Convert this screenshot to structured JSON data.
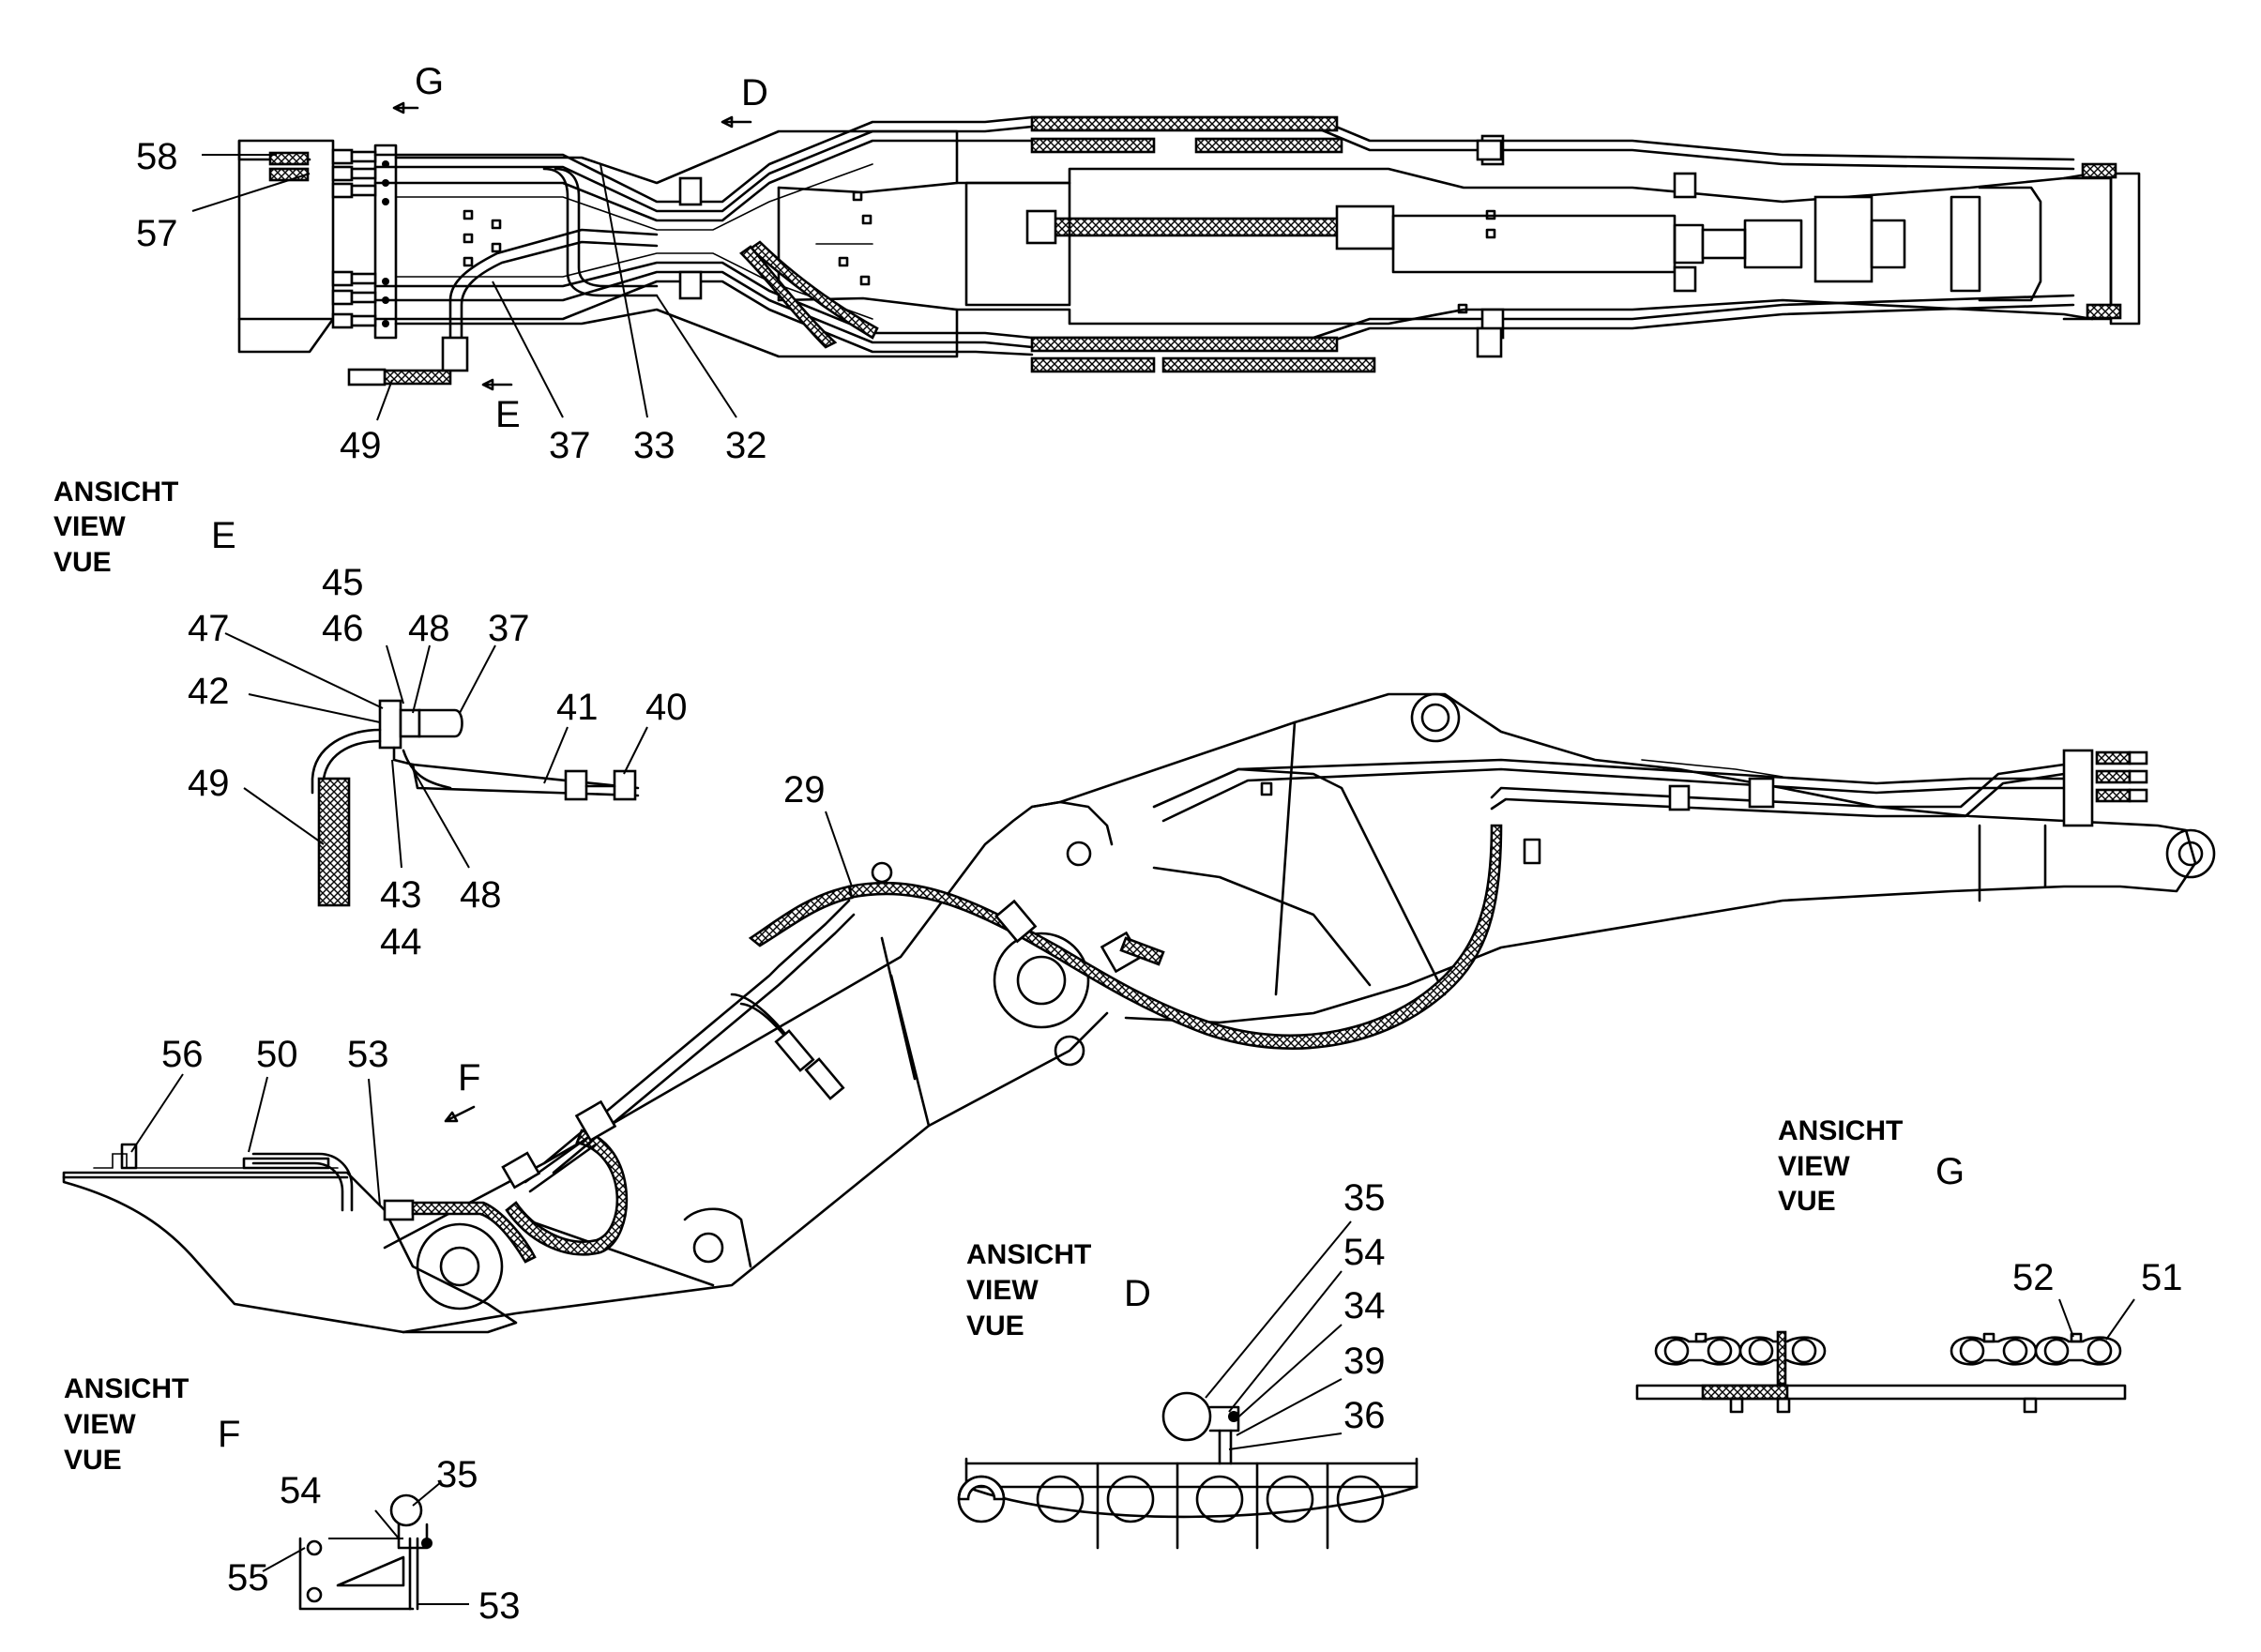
{
  "view_header": {
    "line1": "ANSICHT",
    "line2": "VIEW",
    "line3": "VUE"
  },
  "view_letters": {
    "E": "E",
    "F": "F",
    "D": "D",
    "G": "G"
  },
  "arrow_labels": {
    "G": "G",
    "D": "D",
    "E": "E",
    "F": "F"
  },
  "callouts": {
    "c58": "58",
    "c57": "57",
    "c49_top": "49",
    "c37_top": "37",
    "c33": "33",
    "c32": "32",
    "c45": "45",
    "c46": "46",
    "c47": "47",
    "c48_a": "48",
    "c37_e": "37",
    "c42": "42",
    "c41": "41",
    "c40": "40",
    "c49_e": "49",
    "c43": "43",
    "c44": "44",
    "c48_b": "48",
    "c29": "29",
    "c56": "56",
    "c50": "50",
    "c53_main": "53",
    "c35_d": "35",
    "c54_d": "54",
    "c34": "34",
    "c39": "39",
    "c36": "36",
    "c52": "52",
    "c51": "51",
    "c54_f": "54",
    "c35_f": "35",
    "c55": "55",
    "c53_f": "53"
  }
}
